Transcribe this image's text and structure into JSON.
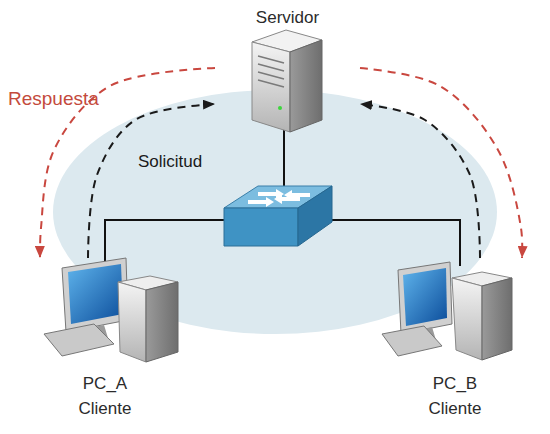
{
  "diagram": {
    "nodes": [
      {
        "text": [
          "Servidor"
        ]
      },
      {
        "text": [
          "PC_A",
          "Cliente"
        ]
      },
      {
        "text": [
          "PC_B",
          "Cliente"
        ]
      }
    ],
    "edges": [
      {
        "from": 1,
        "to": 0,
        "arrow": "to",
        "label": "Solicitud"
      },
      {
        "from": 0,
        "to": 1,
        "arrow": "to",
        "label": "Respuesta"
      },
      {
        "from": 2,
        "to": 0,
        "arrow": "to"
      },
      {
        "from": 0,
        "to": 2,
        "arrow": "to"
      }
    ]
  }
}
